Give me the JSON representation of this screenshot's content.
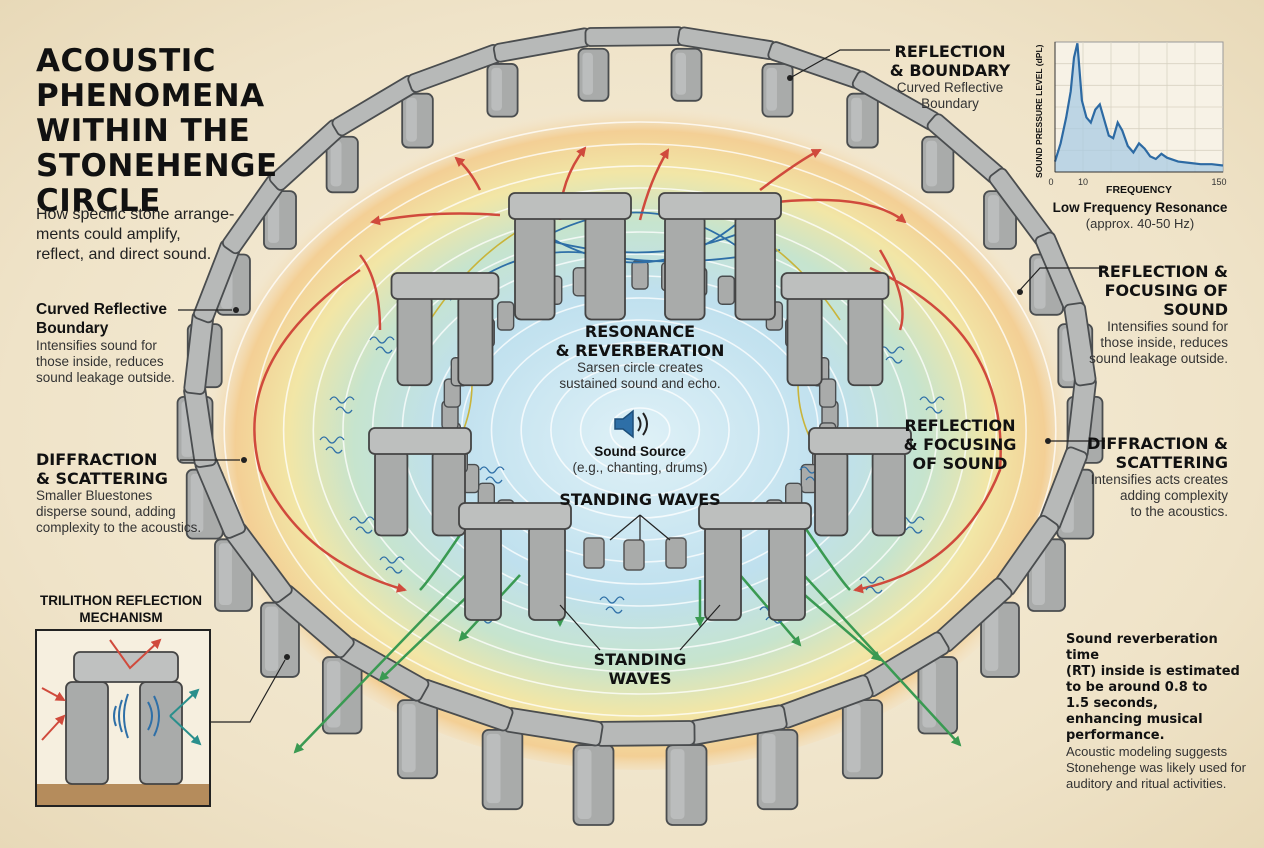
{
  "title": "ACOUSTIC PHENOMENA WITHIN THE STONEHENGE CIRCLE",
  "title_lines": [
    "ACOUSTIC PHENOMENA",
    "WITHIN THE",
    "STONEHENGE",
    "CIRCLE"
  ],
  "subtitle_lines": [
    "How specific stone arrange-",
    "ments could amplify,",
    "reflect, and direct sound."
  ],
  "labels": {
    "curved_left": {
      "heading": [
        "Curved Reflective",
        "Boundary"
      ],
      "body": [
        "Intensifies sound for",
        "those inside, reduces",
        "sound leakage outside."
      ]
    },
    "diffraction_left": {
      "heading": [
        "DIFFRACTION",
        "& SCATTERING"
      ],
      "body": [
        "Smaller Bluestones",
        "disperse sound, adding",
        "complexity to the acoustics."
      ]
    },
    "reflection_top": {
      "heading": [
        "REFLECTION",
        "& BOUNDARY"
      ],
      "body": [
        "Curved Reflective",
        "Boundary"
      ]
    },
    "reflection_right": {
      "heading": [
        "REFLECTION &",
        "FOCUSING OF SOUND"
      ],
      "body": [
        "Intensifies sound for",
        "those inside, reduces",
        "sound leakage outside."
      ]
    },
    "reflection_mid": {
      "heading": [
        "REFLECTION",
        "& FOCUSING",
        "OF SOUND"
      ]
    },
    "diffraction_right": {
      "heading": [
        "DIFFRACTION &",
        "SCATTERING"
      ],
      "body": [
        "Intensifies acts creates",
        "adding complexity",
        "to the acoustics."
      ]
    },
    "resonance": {
      "heading": [
        "RESONANCE",
        "& REVERBERATION"
      ],
      "body": [
        "Sarsen circle creates",
        "sustained sound and echo."
      ]
    },
    "sound_source": {
      "heading": "Sound Source",
      "body": "(e.g., chanting, drums)"
    },
    "standing_inner": "STANDING WAVES",
    "standing_outer": [
      "STANDING",
      "WAVES"
    ],
    "trilithon": [
      "TRILITHON REFLECTION",
      "MECHANISM"
    ],
    "rt_text": [
      "Sound reverberation time",
      "(RT) inside is estimated",
      "to be around 0.8 to",
      "1.5 seconds,",
      "enhancing musical",
      "performance."
    ],
    "rt_note": [
      "Acoustic modeling suggests",
      "Stonehenge was likely used for",
      "auditory and ritual activities."
    ]
  },
  "chart_caption": {
    "heading": "Low Frequency Resonance",
    "body": "(approx. 40-50 Hz)"
  },
  "colors": {
    "stone": "#a9abaa",
    "stone_dark": "#6e7274",
    "red_arrow": "#d04a3c",
    "green_arrow": "#3a9a52",
    "blue_wave": "#2e6fa7",
    "chart_line": "#2d6aa3",
    "chart_fill": "#a9cbe3"
  },
  "chart_data": {
    "type": "line",
    "xlabel": "FREQUENCY",
    "ylabel": "SOUND PRESSURE LEVEL (dPL)",
    "xticks": [
      0,
      10,
      150
    ],
    "xlim": [
      0,
      150
    ],
    "ylim": [
      0,
      100
    ],
    "grid": true,
    "series": [
      {
        "x": [
          0,
          5,
          10,
          14,
          17,
          20,
          24,
          28,
          32,
          36,
          40,
          44,
          48,
          52,
          56,
          60,
          65,
          70,
          75,
          80,
          85,
          90,
          95,
          100,
          110,
          120,
          130,
          140,
          150
        ],
        "y": [
          8,
          22,
          42,
          62,
          88,
          99,
          55,
          42,
          38,
          48,
          52,
          40,
          28,
          26,
          38,
          32,
          20,
          15,
          22,
          18,
          12,
          10,
          14,
          11,
          8,
          7,
          6,
          6,
          5
        ]
      }
    ]
  }
}
